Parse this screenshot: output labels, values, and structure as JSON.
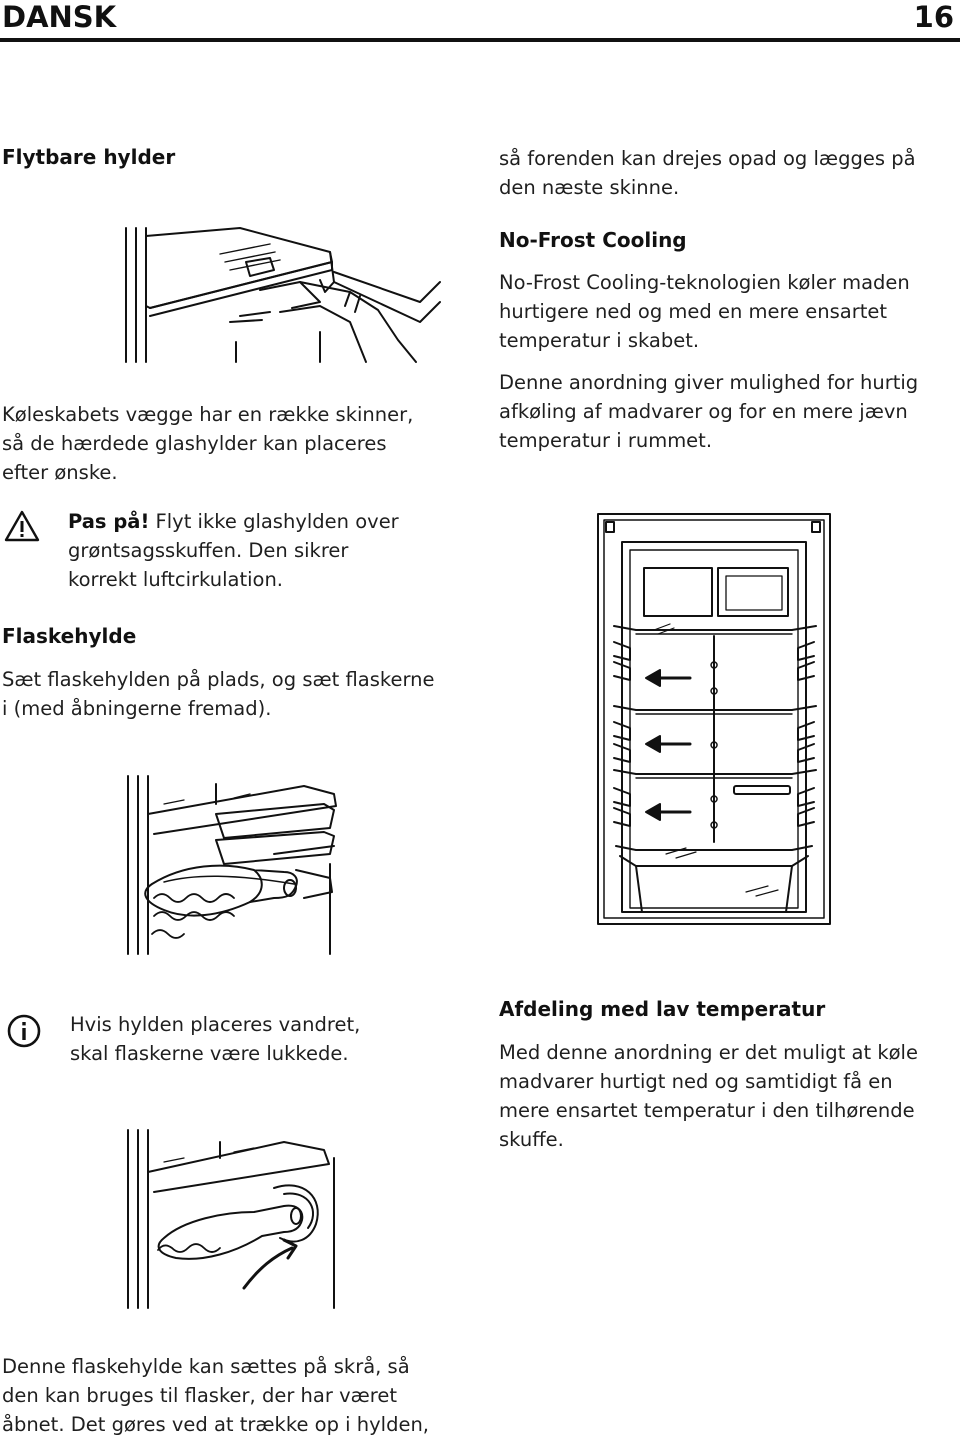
{
  "header": {
    "section": "DANSK",
    "page_number": "16"
  },
  "left": {
    "shelves_title": "Flytbare hylder",
    "shelves_text": [
      "Køleskabets vægge har en række skinner,",
      "så de hærdede glashylder kan placeres",
      "efter ønske."
    ],
    "warning_strong": "Pas på!",
    "warning_lines": [
      " Flyt ikke glashylden over",
      "grøntsagsskuffen. Den sikrer",
      "korrekt luftcirkulation."
    ],
    "bottle_title": "Flaskehylde",
    "bottle_text": [
      "Sæt flaskehylden på plads, og sæt flaskerne",
      "i (med åbningerne fremad)."
    ],
    "info_text": [
      "Hvis hylden placeres vandret,",
      "skal flaskerne være lukkede."
    ],
    "bottom_text": [
      "Denne flaskehylde kan sættes på skrå, så",
      "den kan bruges til flasker, der har været",
      "åbnet. Det gøres ved at trække op i hylden,"
    ]
  },
  "right": {
    "continued_text": [
      "så forenden kan drejes opad og lægges på",
      "den næste skinne."
    ],
    "nofrost_title": "No-Frost Cooling",
    "nofrost_text_1": [
      "No-Frost Cooling-teknologien køler maden",
      "hurtigere ned og med en mere ensartet",
      "temperatur i skabet."
    ],
    "nofrost_text_2": [
      "Denne anordning giver mulighed for hurtig",
      "afkøling af madvarer og for en mere jævn",
      "temperatur i rummet."
    ],
    "lowtemp_title": "Afdeling med lav temperatur",
    "lowtemp_text": [
      "Med denne anordning er det muligt at køle",
      "madvarer hurtigt ned og samtidigt få en",
      "mere ensartet temperatur i den tilhørende",
      "skuffe."
    ]
  },
  "icons": {
    "warning": "warning-triangle-icon",
    "info": "info-circle-icon"
  }
}
